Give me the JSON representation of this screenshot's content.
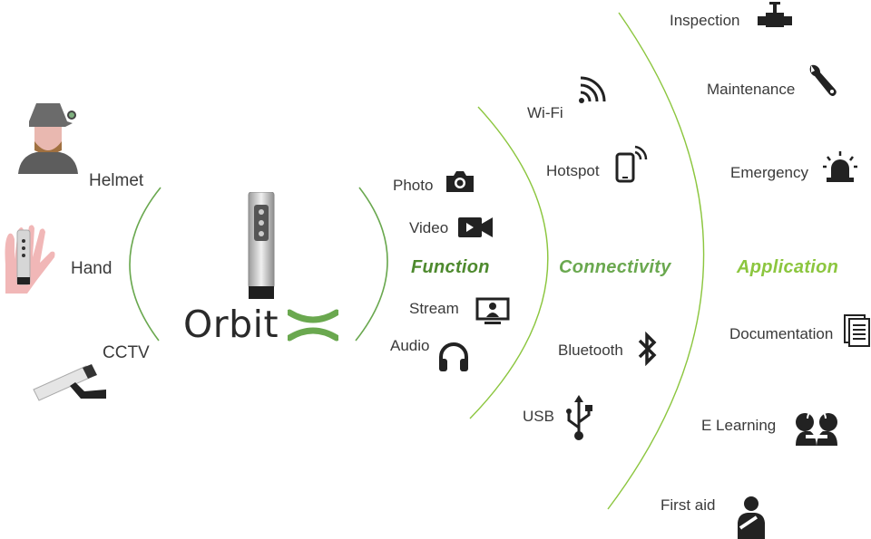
{
  "brand": {
    "name": "Orbit",
    "accent": "#6aa84f",
    "accent_light": "#8cc63f"
  },
  "mounts": [
    {
      "label": "Helmet",
      "icon": "helmet-user-icon"
    },
    {
      "label": "Hand",
      "icon": "hand-device-icon"
    },
    {
      "label": "CCTV",
      "icon": "cctv-camera-icon"
    }
  ],
  "function": {
    "title": "Function",
    "items": [
      {
        "label": "Photo",
        "icon": "camera-icon"
      },
      {
        "label": "Video",
        "icon": "video-camera-icon"
      },
      {
        "label": "Stream",
        "icon": "monitor-stream-icon"
      },
      {
        "label": "Audio",
        "icon": "headphones-icon"
      }
    ]
  },
  "connectivity": {
    "title": "Connectivity",
    "items": [
      {
        "label": "Wi-Fi",
        "icon": "wifi-icon"
      },
      {
        "label": "Hotspot",
        "icon": "phone-hotspot-icon"
      },
      {
        "label": "Bluetooth",
        "icon": "bluetooth-icon"
      },
      {
        "label": "USB",
        "icon": "usb-icon"
      }
    ]
  },
  "application": {
    "title": "Application",
    "items": [
      {
        "label": "Inspection",
        "icon": "valve-icon"
      },
      {
        "label": "Maintenance",
        "icon": "wrench-icon"
      },
      {
        "label": "Emergency",
        "icon": "siren-icon"
      },
      {
        "label": "Documentation",
        "icon": "document-icon"
      },
      {
        "label": "E Learning",
        "icon": "students-icon"
      },
      {
        "label": "First aid",
        "icon": "first-aid-person-icon"
      }
    ]
  }
}
